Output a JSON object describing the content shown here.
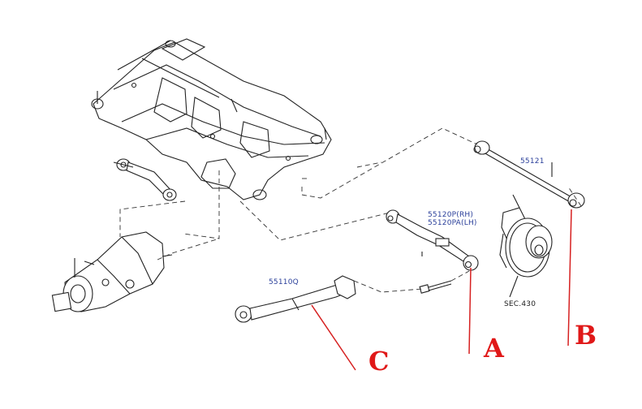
{
  "parts": {
    "upper_link": "55121",
    "lower_link_rh": "55120P(RH)",
    "lower_link_lh": "55120PA(LH)",
    "trailing_link": "55110Q",
    "section_ref": "SEC.430"
  },
  "callouts": {
    "a": "A",
    "b": "B",
    "c": "C"
  },
  "colors": {
    "callout": "#e01818",
    "part_number": "#2a3f9a",
    "line_art": "#222222"
  }
}
